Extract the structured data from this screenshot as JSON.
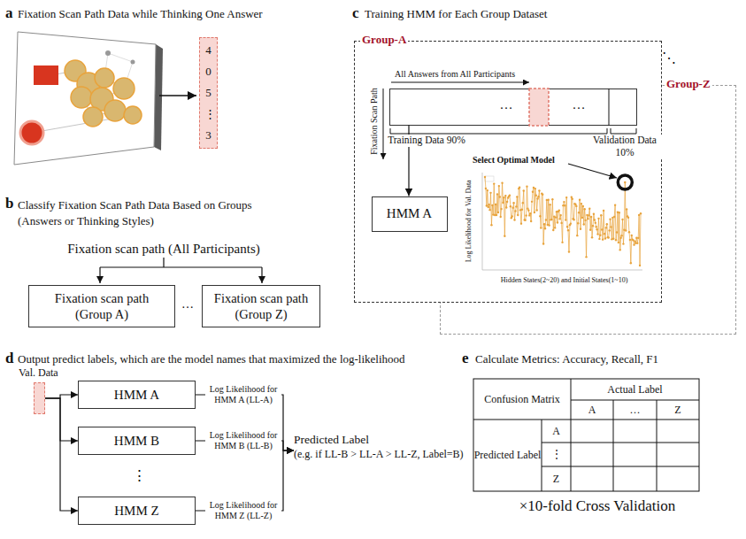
{
  "diagram": {
    "nodes": [
      {
        "text": [
          "4 0 5 ⋮ 3"
        ]
      },
      {
        "text": [
          "Fixation scan path (Group A)"
        ]
      },
      {
        "text": [
          "Fixation scan path (Group Z)"
        ]
      },
      {
        "text": [
          "Group-A"
        ]
      },
      {
        "text": [
          "…",
          "…"
        ],
        "in": 3
      },
      {
        "text": [
          "HMM A"
        ],
        "in": 3
      },
      {
        "text": [
          "Group-Z"
        ]
      },
      {
        "text": [
          "Val. Data"
        ]
      },
      {
        "text": [
          "HMM A"
        ]
      },
      {
        "text": [
          "HMM B"
        ]
      },
      {
        "text": [
          "HMM Z"
        ]
      },
      {
        "text": [
          "Predicted Label",
          "(e.g. if LL-B > LL-A > LL-Z, Label=B)"
        ]
      }
    ],
    "edges": [
      {
        "from": 4,
        "to": 5,
        "arrow": "to"
      },
      {
        "from": 7,
        "to": 8,
        "arrow": "to"
      },
      {
        "from": 7,
        "to": 9,
        "arrow": "to"
      },
      {
        "from": 7,
        "to": 10,
        "arrow": "to"
      },
      {
        "from": 8,
        "to": 11,
        "label": "Log Likelihood for HMM A (LL-A)",
        "arrow": "to"
      },
      {
        "from": 9,
        "to": 11,
        "label": "Log Likelihood for HMM B (LL-B)",
        "arrow": "to"
      },
      {
        "from": 10,
        "to": 11,
        "label": "Log Likelihood for HMM Z (LL-Z)",
        "arrow": "to"
      }
    ],
    "labels": [
      "a",
      "Fixation Scan Path Data while Thinking One Answer",
      "b",
      "Classify Fixation Scan Path Data Based on Groups (Answers or Thinking Styles)",
      "Fixation scan path (All Participants)",
      "…",
      "c",
      "Training HMM for Each Group Dataset",
      "⋱",
      "All Answers from All Participants",
      "Fixation Scan Path",
      "Training Data 90%",
      "Validation Data 10%",
      "Select Optimal Model",
      "Log Likelihood for Val. Data",
      "Hidden States(2~20) and Initial States(1~10)",
      "d",
      "Output predict labels, which are the model names that maximized the log-likelihood",
      "⋮",
      "e",
      "Calculate Metrics: Accuracy, Recall, F1",
      "Confusion Matrix",
      "Actual Label",
      "A",
      "…",
      "Z",
      "Predicted Label",
      "A",
      "⋮",
      "Z",
      "×10-fold Cross Validation"
    ]
  }
}
